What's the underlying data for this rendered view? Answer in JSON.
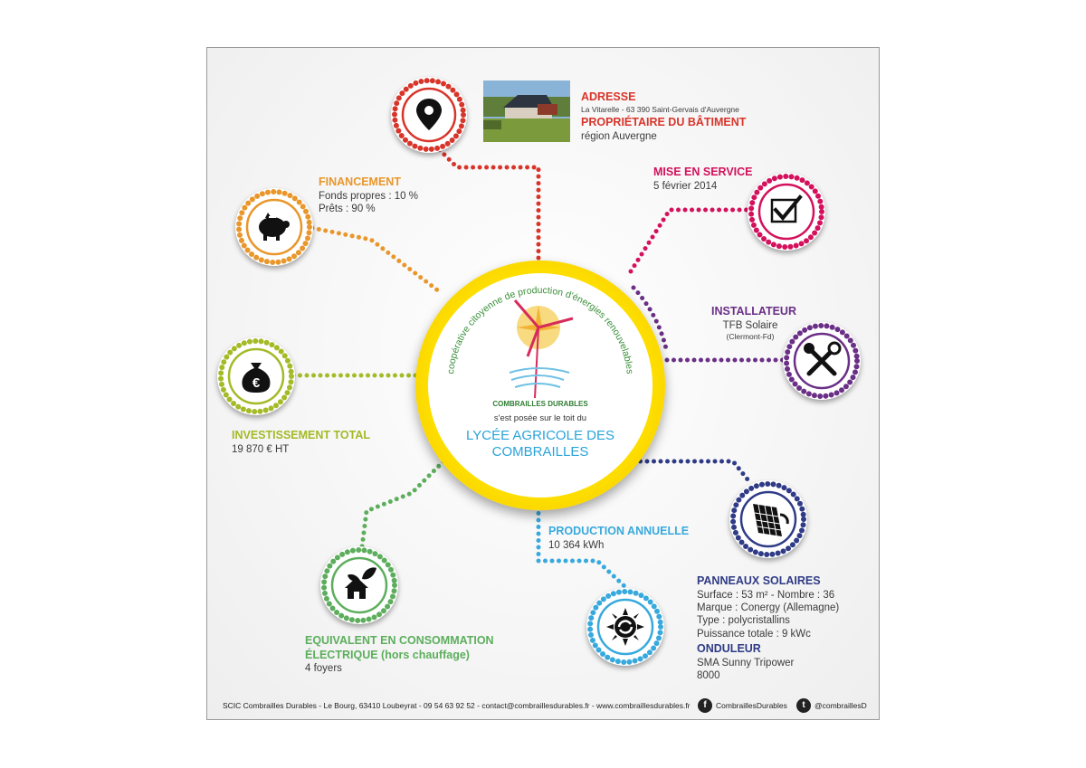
{
  "colors": {
    "red": "#d8352a",
    "magenta": "#d3115c",
    "orange": "#e9962b",
    "purple": "#6a2f86",
    "olive": "#a4ba26",
    "green": "#5cae5c",
    "cyan": "#38a9dd",
    "navy": "#2f3b86",
    "yellow": "#ffd800"
  },
  "adresse": {
    "title": "ADRESSE",
    "line": "La Vitarelle - 63 390 Saint-Gervais d'Auvergne",
    "owner_title": "PROPRIÉTAIRE DU BÂTIMENT",
    "owner": "région Auvergne",
    "icon": "location-pin-icon"
  },
  "mise_en_service": {
    "title": "MISE EN SERVICE",
    "date": "5 février 2014",
    "icon": "checkbox-check-icon"
  },
  "financement": {
    "title": "FINANCEMENT",
    "line1": "Fonds propres : 10 %",
    "line2": "Prêts : 90 %",
    "icon": "piggy-bank-icon"
  },
  "installateur": {
    "title": "INSTALLATEUR",
    "name": "TFB Solaire",
    "city": "(Clermont-Fd)",
    "icon": "tools-icon"
  },
  "investissement": {
    "title": "INVESTISSEMENT TOTAL",
    "value": "19 870 € HT",
    "icon": "money-bag-euro-icon",
    "icon_glyph": "€"
  },
  "center": {
    "arc_text": "coopérative citoyenne de production d'énergies renouvelables",
    "logo_name": "COMBRAILLES DURABLES",
    "sentence": "s'est posée sur le toit du",
    "school_line1": "LYCÉE AGRICOLE DES",
    "school_line2": "COMBRAILLES"
  },
  "production": {
    "title": "PRODUCTION ANNUELLE",
    "value": "10 364 kWh",
    "icon": "solar-energy-cycle-icon"
  },
  "panneaux": {
    "title": "PANNEAUX SOLAIRES",
    "line1": "Surface : 53 m² - Nombre : 36",
    "line2": "Marque : Conergy (Allemagne)",
    "line3": "Type : polycristallins",
    "line4": "Puissance totale : 9 kWc",
    "icon": "solar-panel-icon"
  },
  "onduleur": {
    "title": "ONDULEUR",
    "line1": "SMA Sunny Tripower",
    "line2": "8000"
  },
  "equivalent": {
    "title1": "EQUIVALENT EN CONSOMMATION",
    "title2": "ÉLECTRIQUE (hors chauffage)",
    "value": "4 foyers",
    "icon": "eco-house-icon"
  },
  "footer": {
    "text": "SCIC Combrailles Durables - Le Bourg, 63410 Loubeyrat - 09 54 63 92 52 - contact@combraillesdurables.fr - www.combraillesdurables.fr",
    "facebook_glyph": "f",
    "facebook": "CombraillesDurables",
    "twitter_glyph": "t",
    "twitter": "@combraillesD"
  }
}
